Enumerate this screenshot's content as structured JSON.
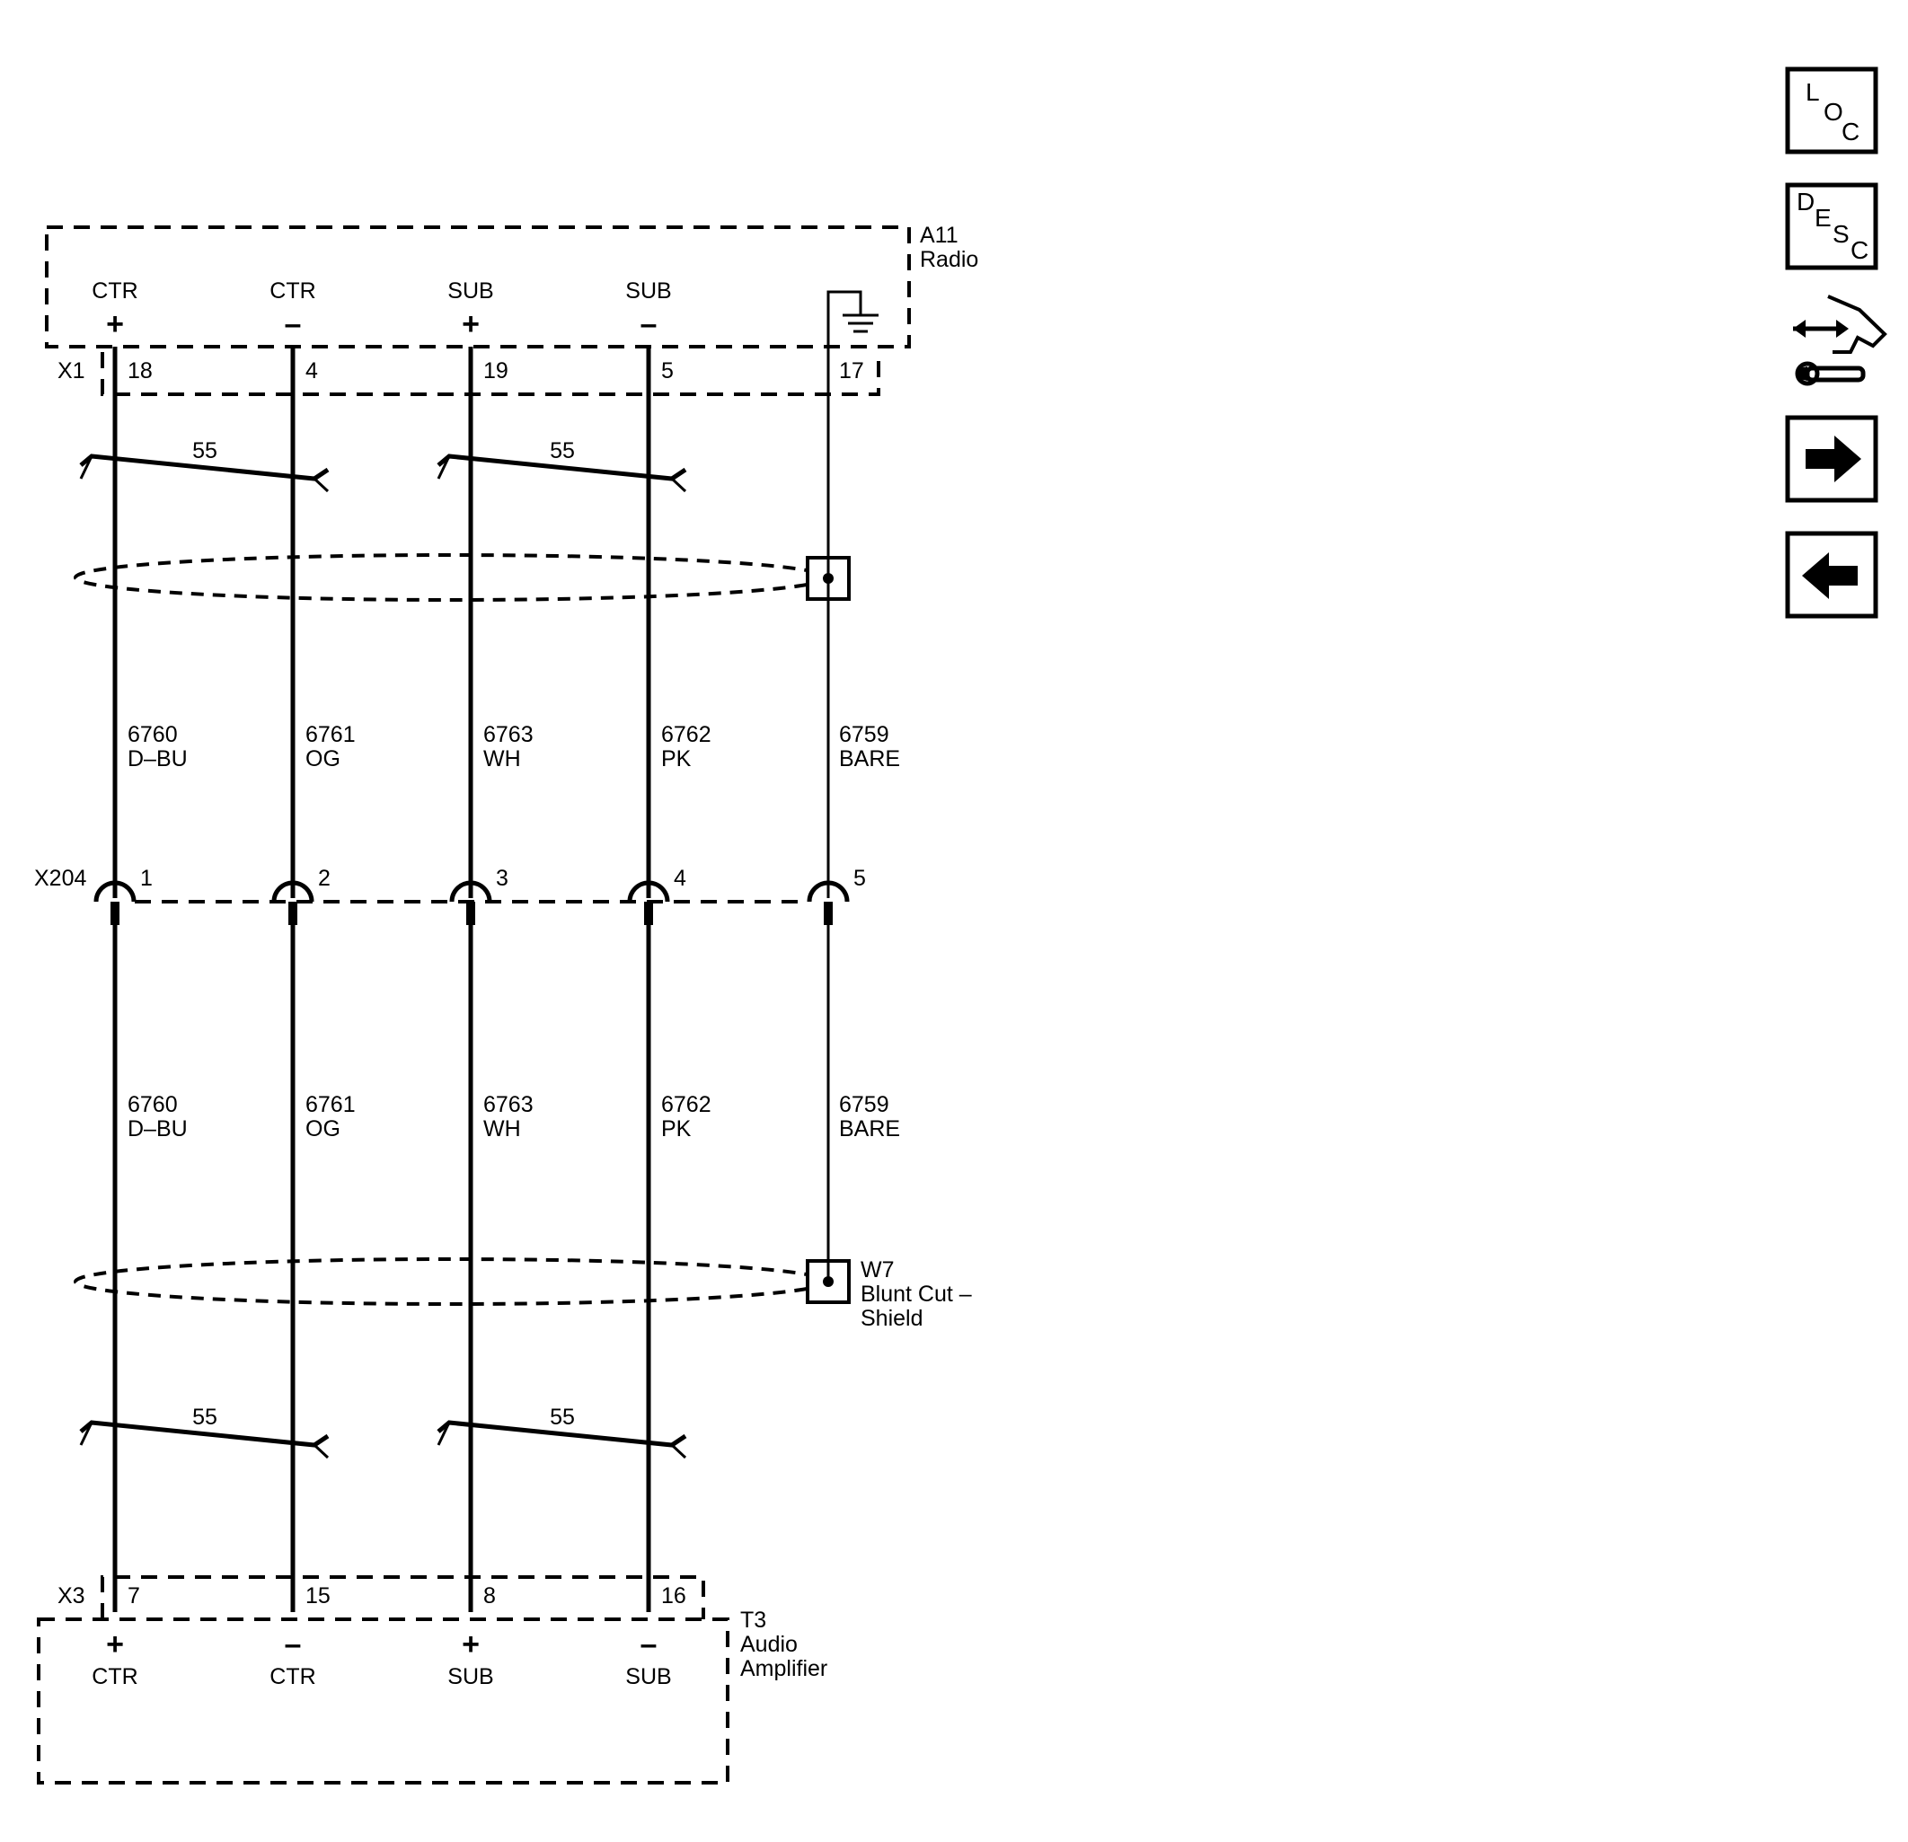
{
  "components": {
    "radio": {
      "ref": "A11",
      "name": "Radio"
    },
    "amplifier": {
      "ref": "T3",
      "name_line1": "Audio",
      "name_line2": "Amplifier"
    },
    "shield_splice": {
      "ref": "W7",
      "desc_line1": "Blunt Cut –",
      "desc_line2": "Shield"
    }
  },
  "connectors": {
    "radio": "X1",
    "inline": "X204",
    "amplifier": "X3"
  },
  "polarity": {
    "plus": "+",
    "minus": "–"
  },
  "twist_label": "55",
  "circuits": [
    {
      "id": "c1",
      "signal": "CTR",
      "polarity": "plus",
      "x1_pin": "18",
      "x204_pin": "1",
      "x3_pin": "7",
      "circuit": "6760",
      "color": "D–BU"
    },
    {
      "id": "c2",
      "signal": "CTR",
      "polarity": "minus",
      "x1_pin": "4",
      "x204_pin": "2",
      "x3_pin": "15",
      "circuit": "6761",
      "color": "OG"
    },
    {
      "id": "c3",
      "signal": "SUB",
      "polarity": "plus",
      "x1_pin": "19",
      "x204_pin": "3",
      "x3_pin": "8",
      "circuit": "6763",
      "color": "WH"
    },
    {
      "id": "c4",
      "signal": "SUB",
      "polarity": "minus",
      "x1_pin": "5",
      "x204_pin": "4",
      "x3_pin": "16",
      "circuit": "6762",
      "color": "PK"
    }
  ],
  "drain": {
    "x1_pin": "17",
    "x204_pin": "5",
    "circuit": "6759",
    "color": "BARE"
  },
  "nav": {
    "loc": [
      "L",
      "O",
      "C"
    ],
    "desc": [
      "D",
      "E",
      "S",
      "C"
    ]
  }
}
